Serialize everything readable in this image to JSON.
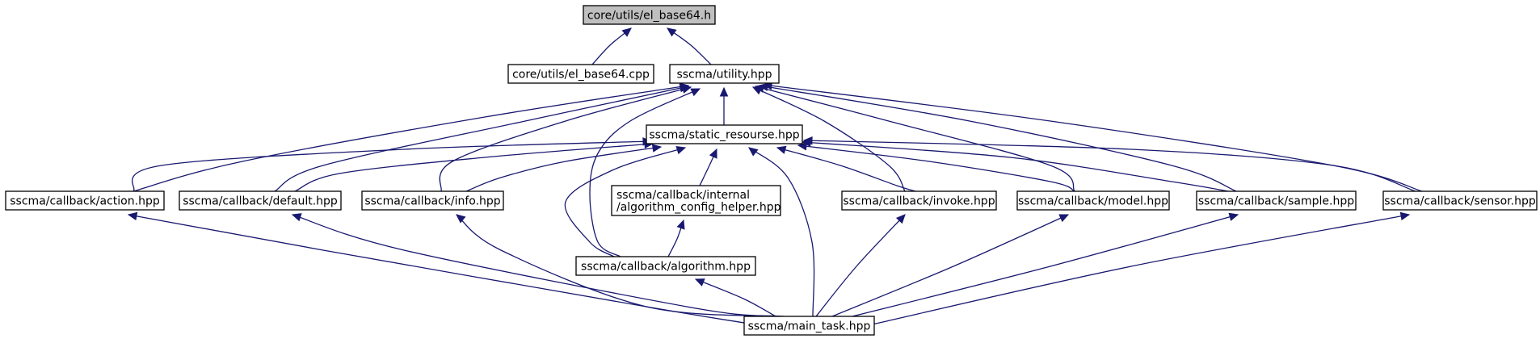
{
  "graph": {
    "nodes": [
      {
        "id": "el_base64_h",
        "lines": [
          "core/utils/el_base64.h"
        ],
        "root": true
      },
      {
        "id": "el_base64_cpp",
        "lines": [
          "core/utils/el_base64.cpp"
        ]
      },
      {
        "id": "utility",
        "lines": [
          "sscma/utility.hpp"
        ]
      },
      {
        "id": "static_resourse",
        "lines": [
          "sscma/static_resourse.hpp"
        ]
      },
      {
        "id": "action",
        "lines": [
          "sscma/callback/action.hpp"
        ]
      },
      {
        "id": "default",
        "lines": [
          "sscma/callback/default.hpp"
        ]
      },
      {
        "id": "info",
        "lines": [
          "sscma/callback/info.hpp"
        ]
      },
      {
        "id": "algo_helper",
        "lines": [
          "sscma/callback/internal",
          "/algorithm_config_helper.hpp"
        ]
      },
      {
        "id": "invoke",
        "lines": [
          "sscma/callback/invoke.hpp"
        ]
      },
      {
        "id": "model",
        "lines": [
          "sscma/callback/model.hpp"
        ]
      },
      {
        "id": "sample",
        "lines": [
          "sscma/callback/sample.hpp"
        ]
      },
      {
        "id": "sensor",
        "lines": [
          "sscma/callback/sensor.hpp"
        ]
      },
      {
        "id": "algorithm",
        "lines": [
          "sscma/callback/algorithm.hpp"
        ]
      },
      {
        "id": "main_task",
        "lines": [
          "sscma/main_task.hpp"
        ]
      }
    ],
    "edges": [
      {
        "from": "el_base64_cpp",
        "to": "el_base64_h"
      },
      {
        "from": "utility",
        "to": "el_base64_h"
      },
      {
        "from": "static_resourse",
        "to": "utility"
      },
      {
        "from": "action",
        "to": "utility"
      },
      {
        "from": "default",
        "to": "utility"
      },
      {
        "from": "info",
        "to": "utility"
      },
      {
        "from": "algorithm",
        "to": "utility"
      },
      {
        "from": "invoke",
        "to": "utility"
      },
      {
        "from": "model",
        "to": "utility"
      },
      {
        "from": "sample",
        "to": "utility"
      },
      {
        "from": "sensor",
        "to": "utility"
      },
      {
        "from": "action",
        "to": "static_resourse"
      },
      {
        "from": "default",
        "to": "static_resourse"
      },
      {
        "from": "info",
        "to": "static_resourse"
      },
      {
        "from": "algo_helper",
        "to": "static_resourse"
      },
      {
        "from": "algorithm",
        "to": "static_resourse"
      },
      {
        "from": "main_task",
        "to": "static_resourse"
      },
      {
        "from": "invoke",
        "to": "static_resourse"
      },
      {
        "from": "model",
        "to": "static_resourse"
      },
      {
        "from": "sample",
        "to": "static_resourse"
      },
      {
        "from": "sensor",
        "to": "static_resourse"
      },
      {
        "from": "algorithm",
        "to": "algo_helper"
      },
      {
        "from": "main_task",
        "to": "action"
      },
      {
        "from": "main_task",
        "to": "default"
      },
      {
        "from": "main_task",
        "to": "info"
      },
      {
        "from": "main_task",
        "to": "algorithm"
      },
      {
        "from": "main_task",
        "to": "invoke"
      },
      {
        "from": "main_task",
        "to": "model"
      },
      {
        "from": "main_task",
        "to": "sample"
      },
      {
        "from": "main_task",
        "to": "sensor"
      }
    ],
    "colors": {
      "edge": "#191970",
      "root_fill": "#bfbfbf",
      "node_fill": "#ffffff",
      "node_stroke": "#000000"
    }
  }
}
